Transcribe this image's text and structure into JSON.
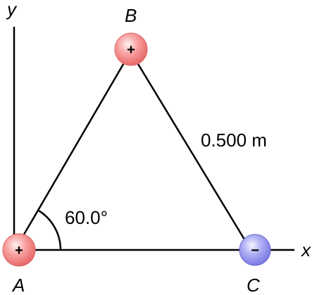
{
  "axes": {
    "x_label": "x",
    "y_label": "y"
  },
  "charges": [
    {
      "name": "A",
      "sign": "+",
      "color": "#f07a7a"
    },
    {
      "name": "B",
      "sign": "+",
      "color": "#f07a7a"
    },
    {
      "name": "C",
      "sign": "−",
      "color": "#8c8cf0"
    }
  ],
  "side_length": "0.500 m",
  "angle": "60.0°"
}
